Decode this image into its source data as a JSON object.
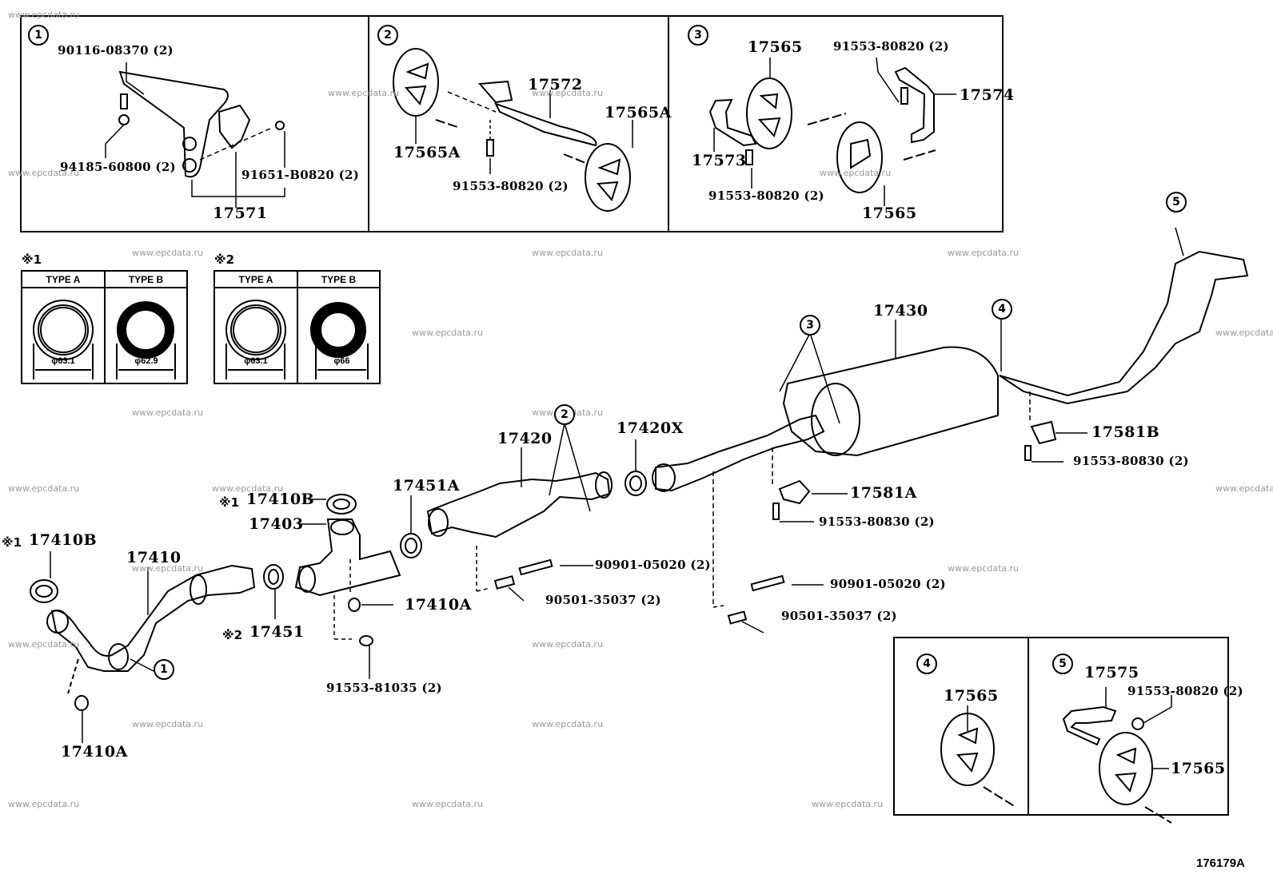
{
  "diagram": {
    "reference_id": "176179A",
    "watermark": "www.epcdata.ru",
    "notes": {
      "n1": "※1",
      "n2": "※2"
    },
    "detail_boxes": [
      {
        "callout": "1",
        "parts": {
          "bolt": "90116-08370 (2)",
          "nut": "94185-60800 (2)",
          "bolt2": "91651-B0820 (2)",
          "bracket": "17571"
        }
      },
      {
        "callout": "2",
        "parts": {
          "support_bracket": "17572",
          "cushion_left": "17565A",
          "cushion_right": "17565A",
          "bolt": "91553-80820 (2)"
        }
      },
      {
        "callout": "3",
        "parts": {
          "cushion_top": "17565",
          "bolt_top": "91553-80820 (2)",
          "bracket_right": "17574",
          "bracket_left": "17573",
          "bolt_bottom": "91553-80820 (2)",
          "cushion_bottom": "17565"
        }
      },
      {
        "callout": "4",
        "parts": {
          "cushion": "17565"
        }
      },
      {
        "callout": "5",
        "parts": {
          "bracket": "17575",
          "bolt": "91553-80820 (2)",
          "cushion": "17565"
        }
      }
    ],
    "gasket_tables": [
      {
        "note": "※1",
        "columns": [
          {
            "type": "TYPE A",
            "diameter": "φ63.1"
          },
          {
            "type": "TYPE B",
            "diameter": "φ62.9"
          }
        ]
      },
      {
        "note": "※2",
        "columns": [
          {
            "type": "TYPE A",
            "diameter": "φ63.1"
          },
          {
            "type": "TYPE B",
            "diameter": "φ66"
          }
        ]
      }
    ],
    "main_parts": {
      "gasket_left": "17410B",
      "front_pipe": "17410",
      "nut_bottom": "17410A",
      "gasket_17451": "17451",
      "gasket_upper": "17410B",
      "pipe_17403": "17403",
      "nut_mid": "17410A",
      "bolt_81035": "91553-81035 (2)",
      "gasket_17451A": "17451A",
      "catalytic_converter": "17420",
      "gasket_17420X": "17420X",
      "bolt_05020_a": "90901-05020 (2)",
      "spring_35037_a": "90501-35037 (2)",
      "bolt_05020_b": "90901-05020 (2)",
      "spring_35037_b": "90501-35037 (2)",
      "muffler": "17430",
      "damper_a": "17581A",
      "bolt_80830_a": "91553-80830 (2)",
      "damper_b": "17581B",
      "bolt_80830_b": "91553-80830 (2)"
    },
    "callouts_main": {
      "c1": "1",
      "c2": "2",
      "c3": "3",
      "c4": "4",
      "c5": "5"
    }
  }
}
